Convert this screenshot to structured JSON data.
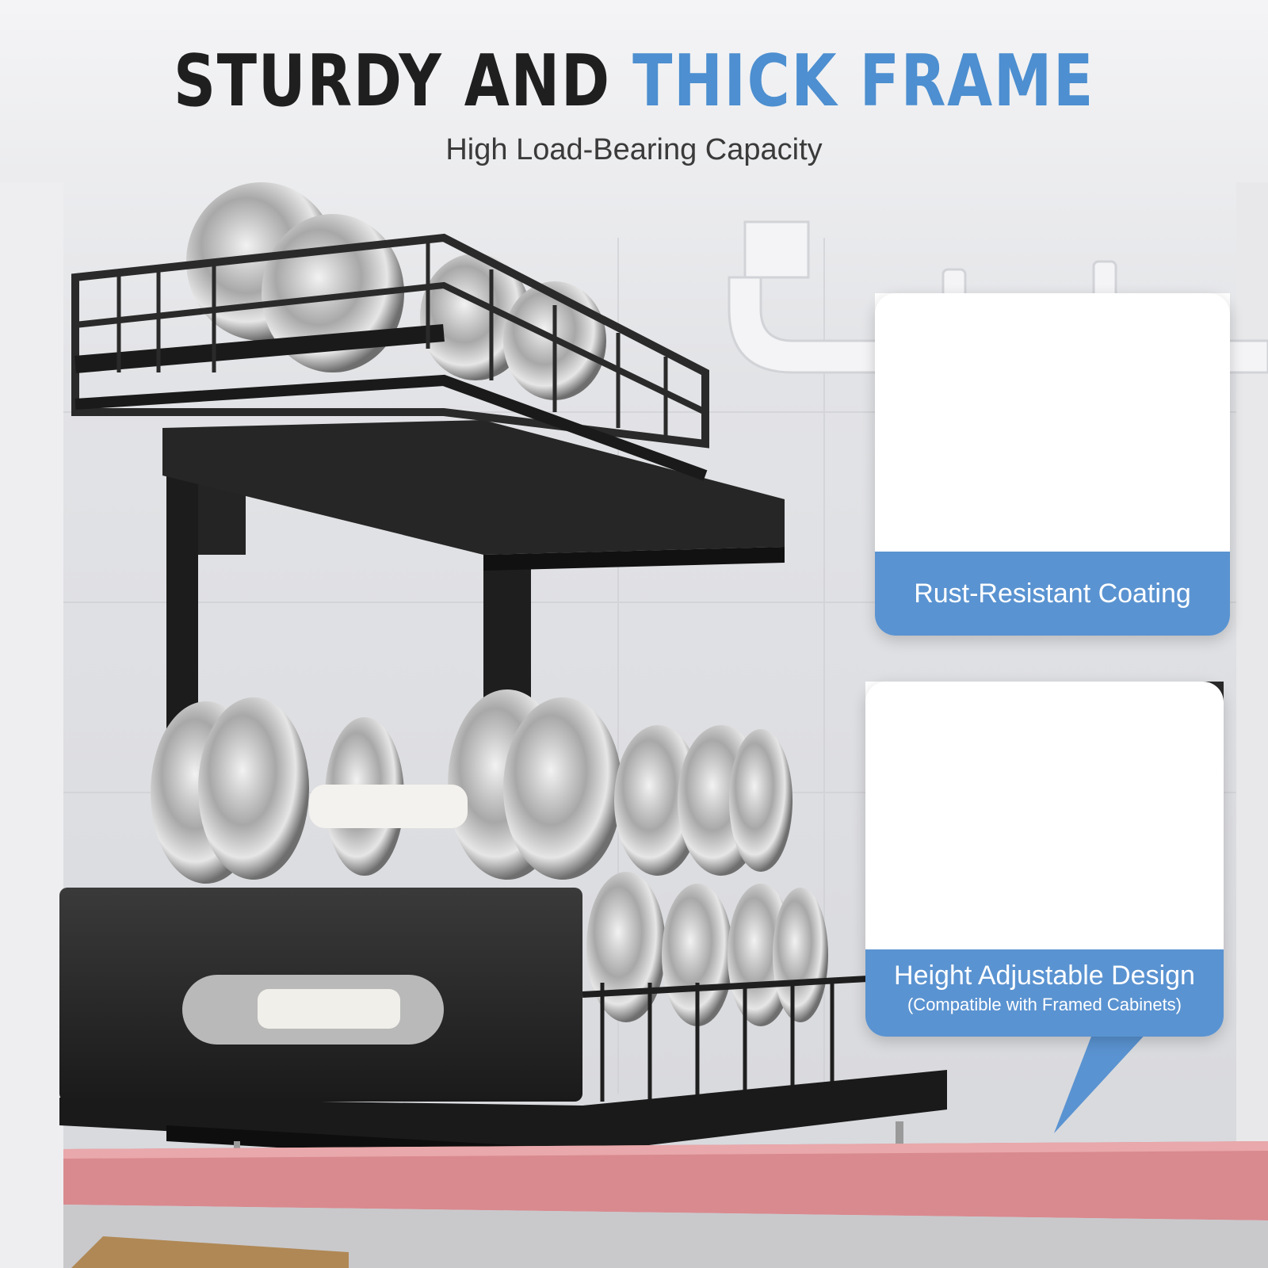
{
  "header": {
    "title_dark": "STURDY AND",
    "title_blue": "THICK FRAME",
    "subtitle": "High Load-Bearing Capacity"
  },
  "callouts": [
    {
      "label": "Rust-Resistant Coating"
    },
    {
      "label": "Height Adjustable Design",
      "sublabel": "(Compatible with Framed Cabinets)"
    }
  ],
  "colors": {
    "accent": "#4d8fd0",
    "band": "#5a93d1",
    "title_dark": "#1f1f1f",
    "rack": "#1e1e1e",
    "shelf_edge": "#d98a8f"
  }
}
